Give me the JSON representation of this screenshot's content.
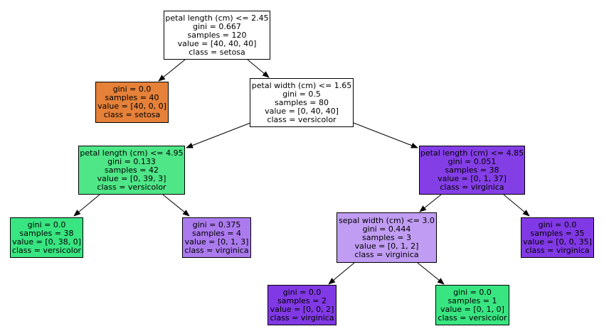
{
  "colors": {
    "setosa_strong": "#e58139",
    "versicolor_strong": "#47e581",
    "versicolor_light": "#4fe687",
    "versicolor_mid": "#3de584",
    "virginica_strong": "#8139e5",
    "virginica_mid": "#8a45e7",
    "virginica_light": "#a77ceb",
    "virginica_pale": "#c0a0f1",
    "neutral": "#ffffff"
  },
  "tree": {
    "n0": {
      "split": "petal length (cm) <= 2.45",
      "gini": "gini = 0.667",
      "samples": "samples = 120",
      "value": "value = [40, 40, 40]",
      "class": "class = setosa",
      "fill": "#ffffff"
    },
    "n1": {
      "gini": "gini = 0.0",
      "samples": "samples = 40",
      "value": "value = [40, 0, 0]",
      "class": "class = setosa",
      "fill": "#e58139"
    },
    "n2": {
      "split": "petal width (cm) <= 1.65",
      "gini": "gini = 0.5",
      "samples": "samples = 80",
      "value": "value = [0, 40, 40]",
      "class": "class = versicolor",
      "fill": "#ffffff"
    },
    "n3": {
      "split": "petal length (cm) <= 4.95",
      "gini": "gini = 0.133",
      "samples": "samples = 42",
      "value": "value = [0, 39, 3]",
      "class": "class = versicolor",
      "fill": "#4fe687"
    },
    "n4": {
      "split": "petal length (cm) <= 4.85",
      "gini": "gini = 0.051",
      "samples": "samples = 38",
      "value": "value = [0, 1, 37]",
      "class": "class = virginica",
      "fill": "#843ee6"
    },
    "n5": {
      "gini": "gini = 0.0",
      "samples": "samples = 38",
      "value": "value = [0, 38, 0]",
      "class": "class = versicolor",
      "fill": "#39e581"
    },
    "n6": {
      "gini": "gini = 0.375",
      "samples": "samples = 4",
      "value": "value = [0, 1, 3]",
      "class": "class = virginica",
      "fill": "#ab7bee"
    },
    "n7": {
      "split": "sepal width (cm) <= 3.0",
      "gini": "gini = 0.444",
      "samples": "samples = 3",
      "value": "value = [0, 1, 2]",
      "class": "class = virginica",
      "fill": "#c09cf2"
    },
    "n8": {
      "gini": "gini = 0.0",
      "samples": "samples = 35",
      "value": "value = [0, 0, 35]",
      "class": "class = virginica",
      "fill": "#8139e5"
    },
    "n9": {
      "gini": "gini = 0.0",
      "samples": "samples = 2",
      "value": "value = [0, 0, 2]",
      "class": "class = virginica",
      "fill": "#8139e5"
    },
    "n10": {
      "gini": "gini = 0.0",
      "samples": "samples = 1",
      "value": "value = [0, 1, 0]",
      "class": "class = versicolor",
      "fill": "#39e581"
    }
  }
}
